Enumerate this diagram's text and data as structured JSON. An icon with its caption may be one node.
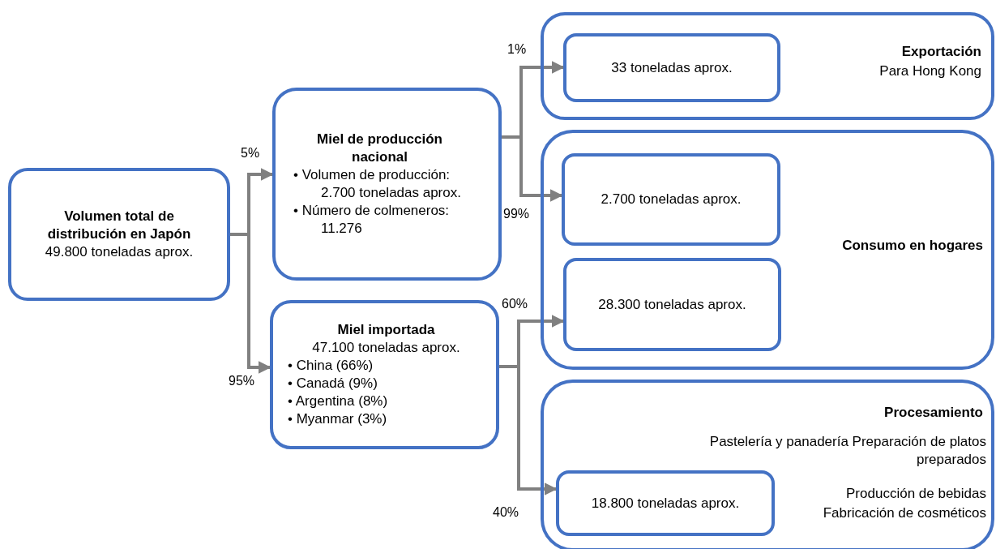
{
  "diagram": {
    "nodes": [
      {
        "text": [
          "Volumen total de distribución en Japón",
          "49.800 toneladas aprox."
        ]
      },
      {
        "text": [
          "Miel de producción nacional",
          "• Volumen de producción: 2.700 toneladas aprox.",
          "• Número de colmeneros: 11.276"
        ]
      },
      {
        "text": [
          "Miel importada",
          "47.100 toneladas aprox.",
          "• China (66%)",
          "• Canadá (9%)",
          "• Argentina (8%)",
          "• Myanmar (3%)"
        ]
      },
      {
        "text": [
          "Exportación",
          "Para Hong Kong"
        ]
      },
      {
        "text": [
          "33 toneladas aprox."
        ],
        "in": 3
      },
      {
        "text": [
          "Consumo en hogares"
        ]
      },
      {
        "text": [
          "2.700 toneladas aprox."
        ],
        "in": 5
      },
      {
        "text": [
          "28.300 toneladas aprox."
        ],
        "in": 5
      },
      {
        "text": [
          "Procesamiento",
          "Pastelería y panadería Preparación de platos preparados",
          "Producción de bebidas",
          "Fabricación de cosméticos"
        ]
      },
      {
        "text": [
          "18.800 toneladas aprox."
        ],
        "in": 8
      }
    ],
    "edges": [
      {
        "from": 0,
        "to": 1,
        "arrow": "to",
        "label": "5%"
      },
      {
        "from": 0,
        "to": 2,
        "arrow": "to",
        "label": "95%"
      },
      {
        "from": 1,
        "to": 4,
        "arrow": "to",
        "label": "1%"
      },
      {
        "from": 1,
        "to": 6,
        "arrow": "to",
        "label": "99%"
      },
      {
        "from": 2,
        "to": 7,
        "arrow": "to",
        "label": "60%"
      },
      {
        "from": 2,
        "to": 9,
        "arrow": "to",
        "label": "40%"
      }
    ]
  }
}
